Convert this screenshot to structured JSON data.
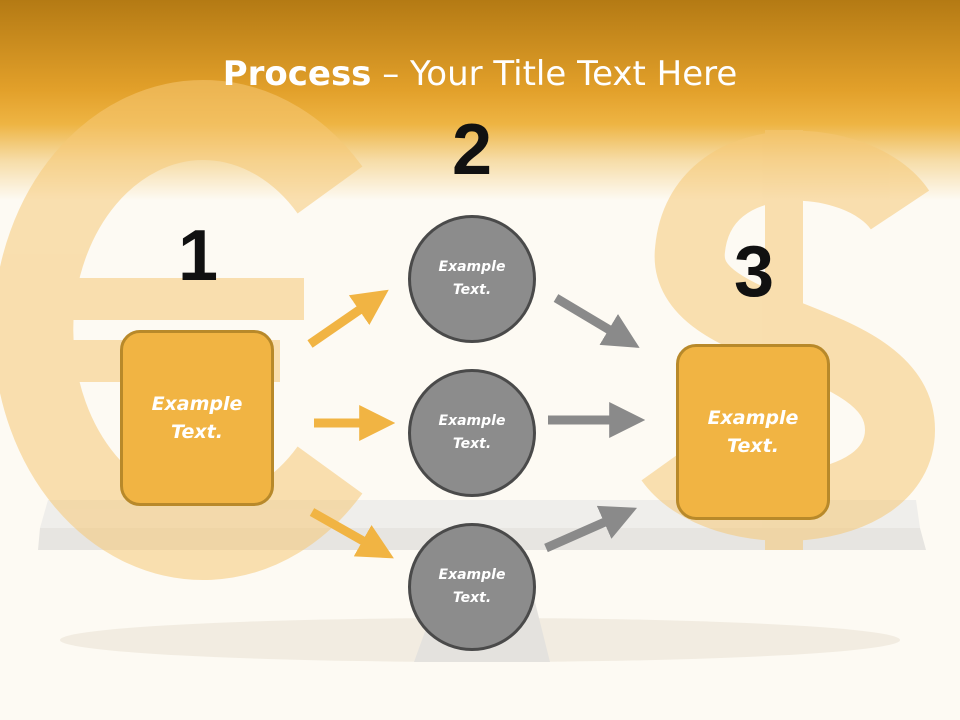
{
  "slide": {
    "title_bold": "Process",
    "title_rest": " – Your Title Text Here",
    "colors": {
      "header": "#e2a02a",
      "box_fill": "#f1b443",
      "box_border": "#b8892a",
      "circle_fill": "#8c8c8c",
      "circle_border": "#4a4a4a",
      "arrow_orange": "#f1b443",
      "arrow_gray": "#8a8a8a"
    },
    "background_icons": [
      "euro-sign-icon",
      "dollar-sign-icon"
    ]
  },
  "steps": {
    "one": {
      "number": "1",
      "text": "Example Text."
    },
    "two": {
      "number": "2",
      "circles": [
        "Example Text.",
        "Example Text.",
        "Example Text."
      ]
    },
    "three": {
      "number": "3",
      "text": "Example Text."
    }
  }
}
